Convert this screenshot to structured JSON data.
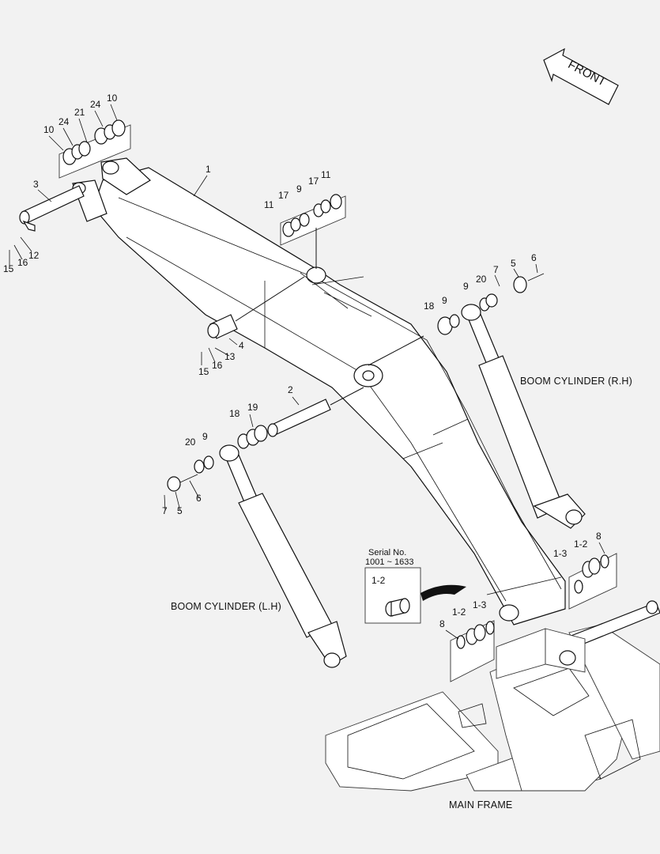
{
  "captions": {
    "front": "FRONT",
    "boom_cyl_rh": "BOOM CYLINDER (R.H)",
    "boom_cyl_lh": "BOOM CYLINDER (L.H)",
    "main_frame": "MAIN FRAME",
    "serial_label": "Serial No.",
    "serial_range": "1001 ~ 1633",
    "inset_part": "1-2"
  },
  "callouts": [
    "1",
    "2",
    "3",
    "4",
    "5",
    "5",
    "6",
    "6",
    "7",
    "7",
    "8",
    "8",
    "9",
    "9",
    "9",
    "9",
    "10",
    "10",
    "11",
    "11",
    "12",
    "13",
    "15",
    "15",
    "16",
    "16",
    "17",
    "17",
    "18",
    "18",
    "19",
    "20",
    "20",
    "21",
    "24",
    "24",
    "1-2",
    "1-2",
    "1-3",
    "1-3"
  ],
  "colors": {
    "background": "#f2f2f2",
    "line": "#111111"
  }
}
